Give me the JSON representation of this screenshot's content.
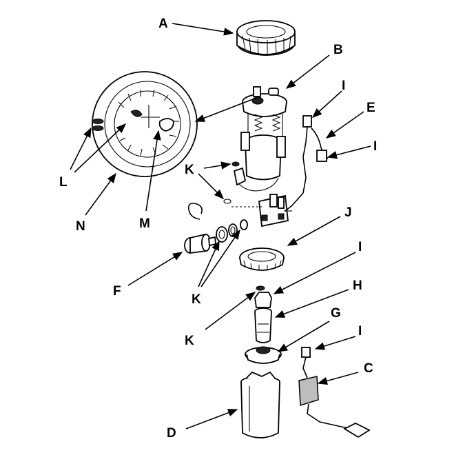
{
  "callouts": {
    "A": "A",
    "B": "B",
    "C": "C",
    "D": "D",
    "E": "E",
    "F": "F",
    "G": "G",
    "H": "H",
    "I1": "I",
    "I2": "I",
    "I3": "I",
    "I4": "I",
    "J": "J",
    "K1": "K",
    "K2": "K",
    "K3": "K",
    "L": "L",
    "M": "M",
    "N": "N"
  },
  "colors": {
    "ink": "#000000",
    "paper": "#ffffff",
    "shade": "#bdbdbd"
  }
}
